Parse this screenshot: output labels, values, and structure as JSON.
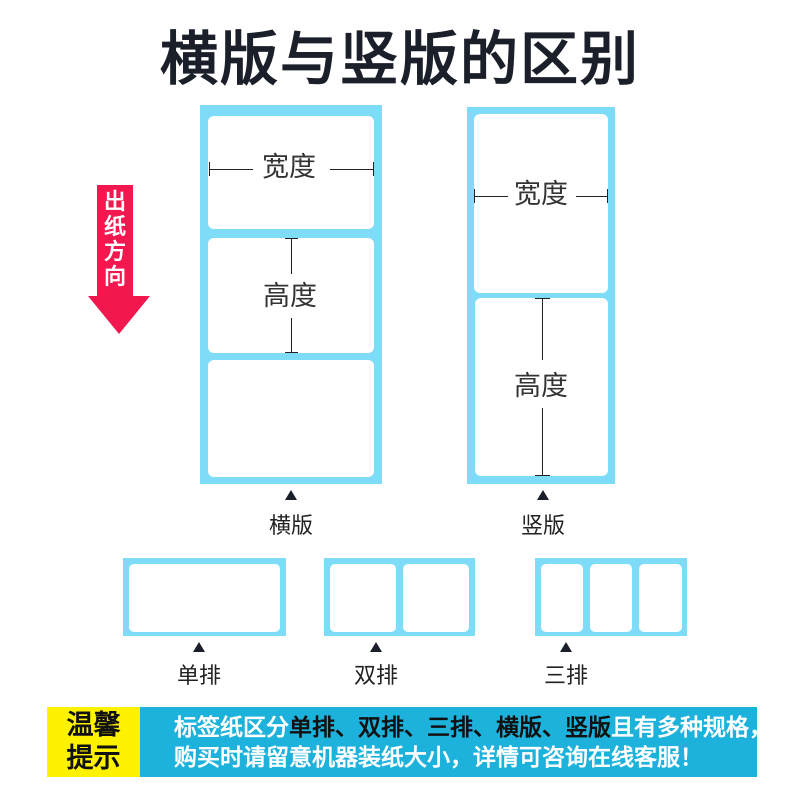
{
  "title": "横版与竖版的区别",
  "feed_direction": {
    "label": "出纸方向",
    "color": "#f2184f"
  },
  "colors": {
    "strip_blue": "#7fdcf9",
    "footer_blue": "#1db2db",
    "footer_yellow": "#fff200"
  },
  "horizontal": {
    "width_label": "宽度",
    "height_label": "高度",
    "caption": "横版"
  },
  "vertical": {
    "width_label": "宽度",
    "height_label": "高度",
    "caption": "竖版"
  },
  "rows": {
    "single": "单排",
    "double": "双排",
    "triple": "三排"
  },
  "footer": {
    "tag_line1": "温馨",
    "tag_line2": "提示",
    "line1_prefix": "标签纸区分",
    "line1_highlight": "单排、双排、三排、横版、竖版",
    "line1_suffix": "且有多种规格，",
    "line2": "购买时请留意机器装纸大小，详情可咨询在线客服！"
  }
}
